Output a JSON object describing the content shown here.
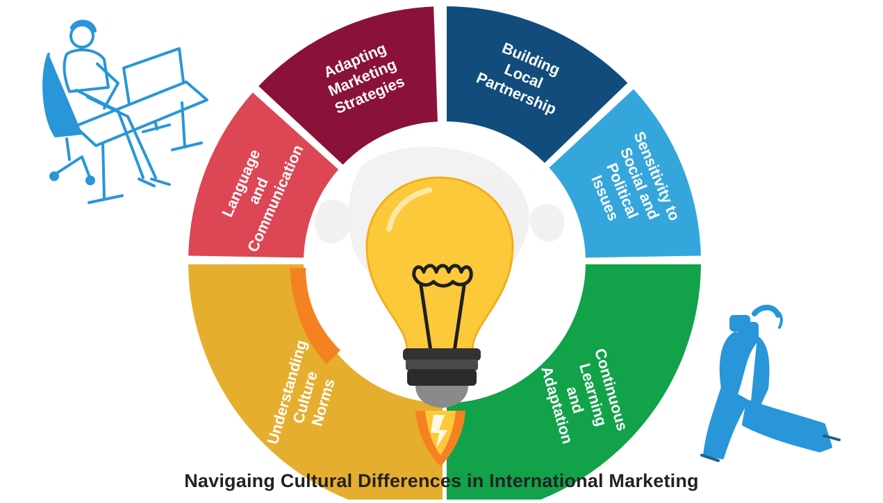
{
  "caption": "Navigaing Cultural Differences in International Marketing",
  "segments": [
    {
      "id": "understanding-culture-norms",
      "lines": [
        "Understanding",
        "Culture",
        "Norms"
      ],
      "color": "#E6AE2E"
    },
    {
      "id": "language-and-communication",
      "lines": [
        "Language",
        "and",
        "Communication"
      ],
      "color": "#DD4654"
    },
    {
      "id": "adapting-marketing-strategies",
      "lines": [
        "Adapting",
        "Marketing",
        "Strategies"
      ],
      "color": "#8A1238"
    },
    {
      "id": "building-local-partnership",
      "lines": [
        "Building",
        "Local",
        "Partnership"
      ],
      "color": "#124C7C"
    },
    {
      "id": "sensitivity-social-political",
      "lines": [
        "Sensitivity to",
        "Social and",
        "Political",
        "Issues"
      ],
      "color": "#35A6DC"
    },
    {
      "id": "continuous-learning-adaptation",
      "lines": [
        "Continuous",
        "Learning",
        "and",
        "Adaptation"
      ],
      "color": "#11A24A"
    }
  ],
  "accent_color": "#F58220",
  "bulb_color": "#FBC93A",
  "figure_color": "#2896D8"
}
